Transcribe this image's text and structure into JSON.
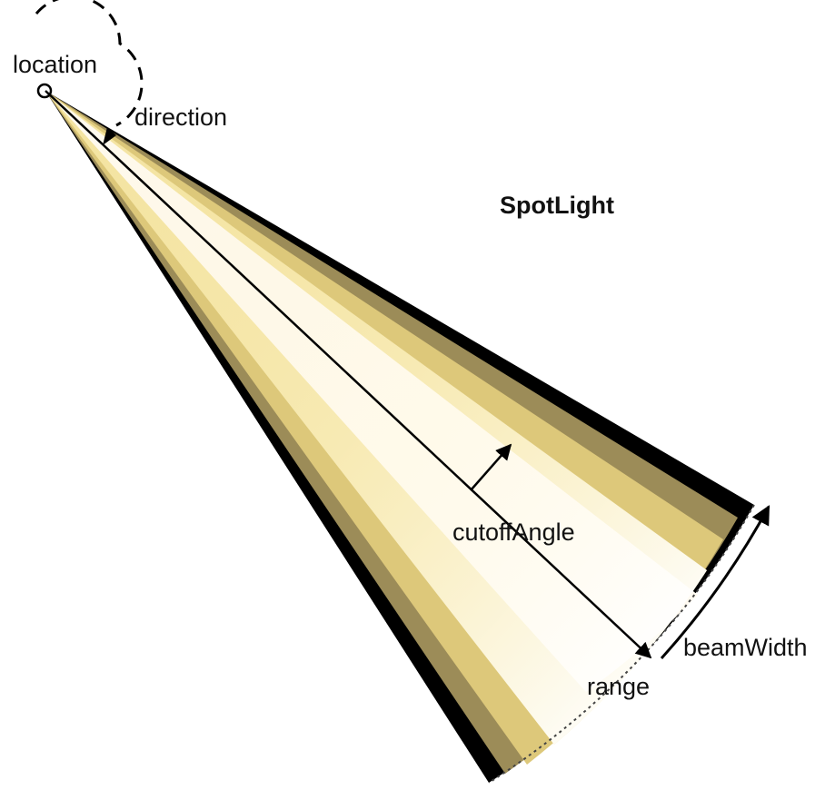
{
  "title": "SpotLight",
  "labels": {
    "location": "location",
    "direction": "direction",
    "cutoffAngle": "cutoffAngle",
    "beamWidth": "beamWidth",
    "range": "range"
  },
  "colors": {
    "outer_band": "#000000",
    "band_2": "#9c8c58",
    "band_3": "#ddc87a",
    "band_4": "#f4e4a2",
    "center_light": "#fffdf2",
    "line": "#000000"
  }
}
